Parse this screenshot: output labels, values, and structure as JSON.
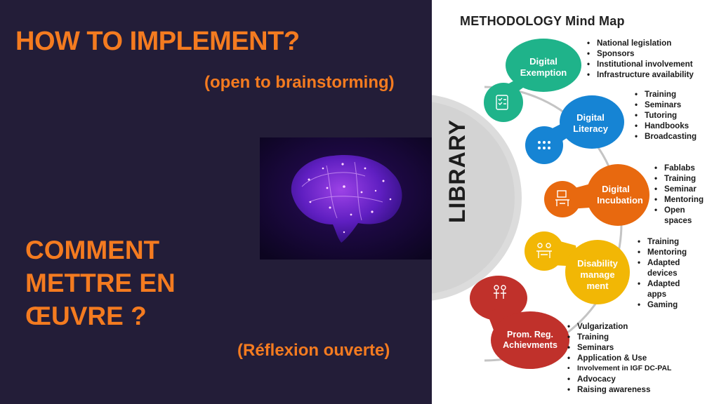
{
  "left": {
    "heading_en": "HOW TO IMPLEMENT?",
    "subtitle_en": "(open to brainstorming)",
    "heading_fr_line1": "COMMENT",
    "heading_fr_line2": "METTRE EN",
    "heading_fr_line3": "ŒUVRE ?",
    "subtitle_fr": "(Réflexion ouverte)"
  },
  "mindmap": {
    "title": "METHODOLOGY Mind Map",
    "center": "LIBRARY",
    "nodes": [
      {
        "label_line1": "Digital",
        "label_line2": "Exemption",
        "color": "#1fb38a",
        "icon": "checklist-icon",
        "items": [
          "National legislation",
          "Sponsors",
          "Institutional involvement",
          "Infrastructure availability"
        ]
      },
      {
        "label_line1": "Digital",
        "label_line2": "Literacy",
        "color": "#1684d4",
        "icon": "people-network-icon",
        "items": [
          "Training",
          "Seminars",
          "Tutoring",
          "Handbooks",
          "Broadcasting"
        ]
      },
      {
        "label_line1": "Digital",
        "label_line2": "Incubation",
        "color": "#e8690f",
        "icon": "desk-icon",
        "items": [
          "Fablabs",
          "Training",
          "Seminar",
          "Mentoring",
          "Open",
          "spaces"
        ]
      },
      {
        "label_line1": "Disability",
        "label_line2": "manage",
        "label_line3": "ment",
        "color": "#f2b705",
        "icon": "meeting-icon",
        "items": [
          "Training",
          "Mentoring",
          "Adapted",
          "devices",
          "Adapted",
          "apps",
          "Gaming"
        ]
      },
      {
        "label_line1": "Prom. Reg.",
        "label_line2": "Achievments",
        "color": "#c0312b",
        "icon": "presenter-icon",
        "items": [
          "Vulgarization",
          "Training",
          "Seminars",
          "Application & Use",
          "Involvement in IGF DC-PAL",
          "Advocacy",
          "Raising awareness"
        ]
      }
    ]
  }
}
